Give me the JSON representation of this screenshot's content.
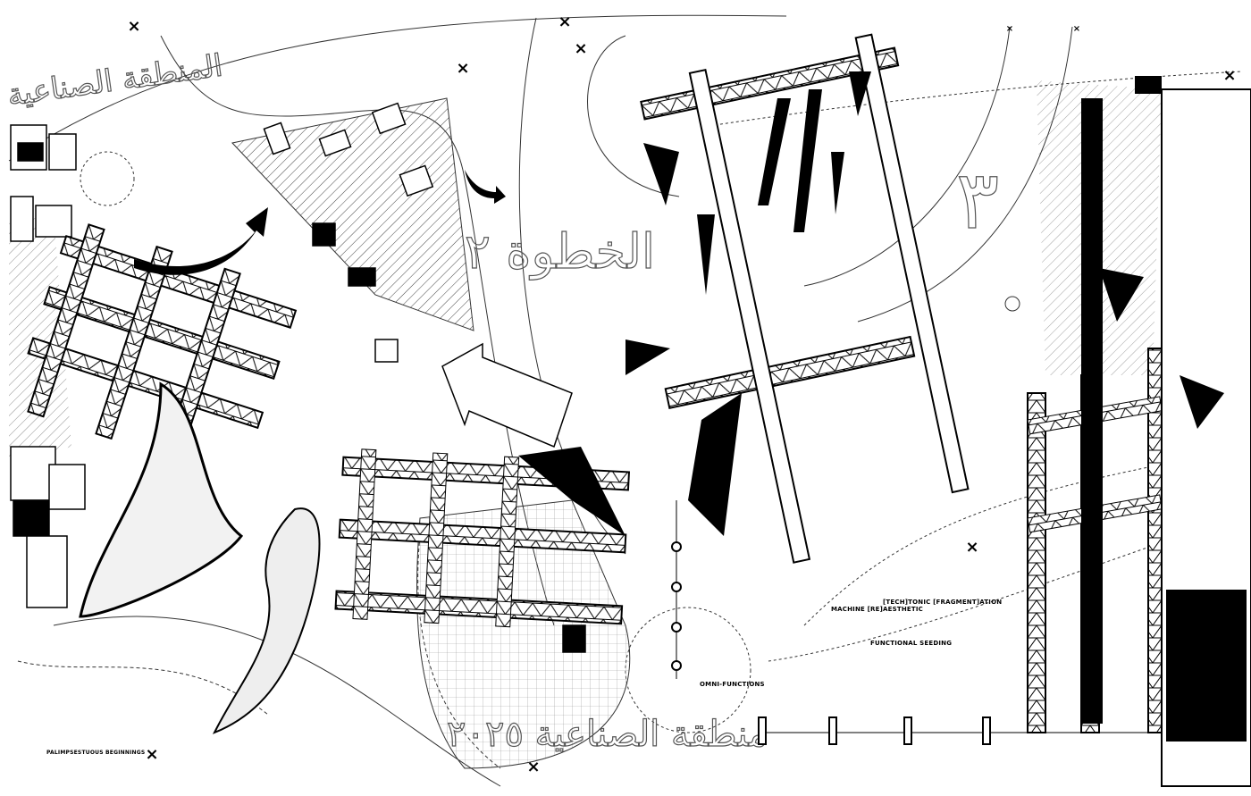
{
  "labels": {
    "palimpsestuous": "PALIMPSESTUOUS BEGINNINGS",
    "omni_functions": "OMNI-FUNCTIONS",
    "functional_seeding": "FUNCTIONAL SEEDING",
    "machine_reaesthetic": "MACHINE [RE]AESTHETIC",
    "techtonic": "[TECH]TONIC [FRAGMENT]ATION"
  },
  "arabic": {
    "top_left": "المنطقة الصناعية",
    "middle": "الخطوة ٢",
    "bottom": "منطقة الصناعية ٢٠٢٥",
    "right": "٣"
  },
  "colors": {
    "ink": "#000000",
    "paper": "#ffffff",
    "line": "#555555"
  }
}
